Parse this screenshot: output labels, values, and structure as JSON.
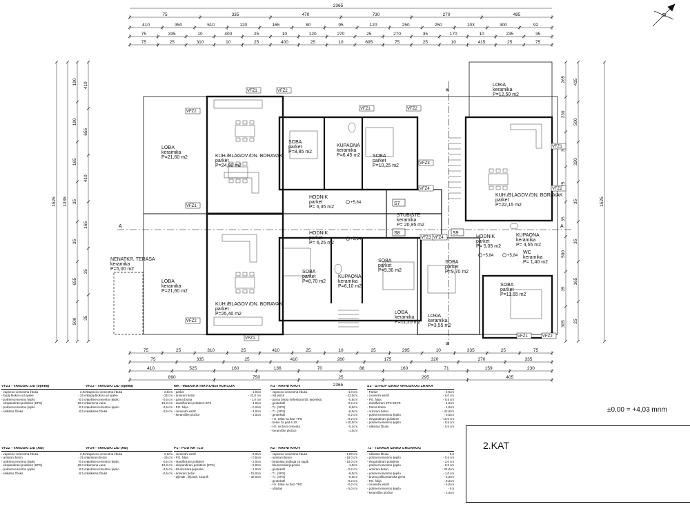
{
  "sheet": {
    "level_label": "±0,00 = +4,03 mnm",
    "floor_label": "2.KAT",
    "compass_icon": "north-arrow-icon"
  },
  "dims_top": {
    "total": "2365",
    "row1": [
      "75",
      "335",
      "470",
      "730",
      "270",
      "485"
    ],
    "row2": [
      "410",
      "350",
      "510",
      "120",
      "165",
      "80",
      "95",
      "120",
      "250",
      "250",
      "103",
      "300",
      "92"
    ],
    "row3": [
      "75",
      "335",
      "10",
      "400",
      "25",
      "10",
      "120",
      "270",
      "25",
      "270",
      "35",
      "170",
      "10",
      "235",
      "35"
    ],
    "row4": [
      "75",
      "25",
      "310",
      "10",
      "25",
      "400",
      "25",
      "10",
      "695",
      "75",
      "25",
      "10",
      "415",
      "25",
      "75"
    ]
  },
  "dims_bottom": {
    "total": "2365",
    "row1": [
      "75",
      "25",
      "310",
      "25",
      "410",
      "25",
      "10",
      "25",
      "295",
      "10",
      "335",
      "25",
      "75"
    ],
    "row2": [
      "75",
      "335",
      "25",
      "410",
      "260",
      "175",
      "320",
      "270",
      "335"
    ],
    "row3": [
      "410",
      "525",
      "160",
      "136",
      "70",
      "88",
      "160",
      "71",
      "159",
      "230"
    ],
    "row4": [
      "890",
      "750",
      "25",
      "295",
      "405"
    ]
  },
  "dims_left": [
    "190",
    "190",
    "165",
    "35",
    "35",
    "655",
    "500",
    "1525",
    "1335",
    "410",
    "655",
    "410",
    "165",
    "35",
    "35"
  ],
  "dims_right": [
    "265",
    "230",
    "35",
    "25",
    "35",
    "500",
    "35",
    "305",
    "1525",
    "415",
    "500",
    "320",
    "35",
    "35",
    "165",
    "25"
  ],
  "section_marks": [
    "A",
    "A",
    "B",
    "B"
  ],
  "stair_labels": [
    "S7",
    "S8",
    "S9"
  ],
  "wall_tags": [
    "VFZ1",
    "VFZ2",
    "VFZ3",
    "VFZ4"
  ],
  "elevation_marks": [
    "+5,84",
    "+5,84",
    "+5,84",
    "+5,84"
  ],
  "rooms": [
    {
      "name": "LOĐA",
      "mat": "keramika",
      "area": "P=21,60 m2"
    },
    {
      "name": "KUH./BLAGOV./DN. BORAVAK",
      "mat": "parket",
      "area": "P=24,80 m2"
    },
    {
      "name": "SOBA",
      "mat": "parket",
      "area": "P=8,85 m2"
    },
    {
      "name": "KUPAONA",
      "mat": "keramika",
      "area": "P=6,45 m2"
    },
    {
      "name": "SOBA",
      "mat": "parket",
      "area": "P=10,25 m2"
    },
    {
      "name": "LOĐA",
      "mat": "keramika",
      "area": "P=12,50 m2"
    },
    {
      "name": "KUH./BLAGOV./DN. BORAVAK",
      "mat": "parket",
      "area": "P=22,15 m2"
    },
    {
      "name": "HODNIK",
      "mat": "parket",
      "area": "P= 6,35 m2"
    },
    {
      "name": "HODNIK",
      "mat": "parket",
      "area": "P= 6,25 m2"
    },
    {
      "name": "STUBIŠTE",
      "mat": "keramika",
      "area": "P= 20,95 m2"
    },
    {
      "name": "HODNIK",
      "mat": "parket",
      "area": "P= 5,05 m2"
    },
    {
      "name": "KUPAONA",
      "mat": "keramika",
      "area": "P= 4,55 m2"
    },
    {
      "name": "WC",
      "mat": "keramika",
      "area": "P= 1,40 m2"
    },
    {
      "name": "NENATKR. TERASA",
      "mat": "keramika",
      "area": "P=5,00 m2"
    },
    {
      "name": "LOĐA",
      "mat": "keramika",
      "area": "P=21,60 m2"
    },
    {
      "name": "KUH./BLAGOV./DN. BORAVAK",
      "mat": "parket",
      "area": "P=25,40 m2"
    },
    {
      "name": "SOBA",
      "mat": "parket",
      "area": "P=8,70 m2"
    },
    {
      "name": "KUPAONA",
      "mat": "keramika",
      "area": "P=6,10 m2"
    },
    {
      "name": "SOBA",
      "mat": "parket",
      "area": "P=9,30 m2"
    },
    {
      "name": "LOĐA",
      "mat": "keramika",
      "area": "P=11,25 m2"
    },
    {
      "name": "LOĐA",
      "mat": "keramika",
      "area": "P=3,55 m2"
    },
    {
      "name": "SOBA",
      "mat": "parket",
      "area": "P=9,70 m2"
    },
    {
      "name": "SOBA",
      "mat": "parket",
      "area": "P=11,65 m2"
    }
  ],
  "legend": [
    {
      "title": "VFZ1 - VANJSKI ZID (opeka)",
      "rows": [
        [
          "- vapneno-cementna žbuka",
          "- 2,0cm"
        ],
        [
          "- šuplji blokovi od opeke",
          "- 25 cm"
        ],
        [
          "- polimercementno ljepilo",
          "-0,5 cm"
        ],
        [
          "- ekspandirani polistiren (EPS)",
          "-10,0 cm"
        ],
        [
          "- polimercementno ljepilo",
          "-0,5 cm"
        ],
        [
          "- silikatna žbuka",
          "-0,5 cm"
        ]
      ]
    },
    {
      "title": "VFZ3 - VANJSKI ZID (opeka)",
      "rows": [
        [
          "- vapneno-cementna žbuka",
          "- 2,0cm"
        ],
        [
          "- šuplji blokovi od opeke",
          "- 25 cm"
        ],
        [
          "- polimercementno ljepilo",
          "-0,5 cm"
        ],
        [
          "- kamena vuna",
          "-10,0 cm"
        ],
        [
          "- polimercementno ljepilo",
          "-0,5 cm"
        ],
        [
          "- silikatna žbuka",
          "-0,5 cm"
        ]
      ]
    },
    {
      "title": "MK - MEĐUKATNA KONSTRUKCIJA",
      "rows": [
        [
          "- parket",
          "- 1,0cm"
        ],
        [
          "- armirani beton",
          "- 22,0 cm"
        ],
        [
          "- parna brana",
          "- 1,0 cm"
        ],
        [
          "- elastificirani polistiren EPS",
          "- 4,0cm"
        ],
        [
          "- P.E. folija",
          "- 0,2cm"
        ],
        [
          "- cementni estrih",
          "- 4,0cm"
        ],
        [
          "- keramičke pločice",
          "- 1,0cm"
        ]
      ]
    },
    {
      "title": "K1 - RAVNI KROV",
      "rows": [
        [
          "- vapneno-cementna žbuka",
          "-1,0 cm"
        ],
        [
          "- AB ploča",
          "-22,0cm"
        ],
        [
          "- parna brana (višeslojna bit. ljepenka)",
          "-0,5cm"
        ],
        [
          "- geotekstil",
          "-0,2 cm"
        ],
        [
          "- T.I. (XPS)",
          "-8,0cm"
        ],
        [
          "- T.I. (XPS)",
          "-8,0cm"
        ],
        [
          "- geotekstil",
          "-0,2 cm"
        ],
        [
          "- H.I. traka na bazi TPO",
          "-0,2 cm"
        ],
        [
          "- beton za pad 4-10",
          "+10,0cm"
        ],
        [
          "- H.I. na bazi cementa",
          "-0,2cm"
        ],
        [
          "- keramičke pločice",
          "-1,0cm"
        ]
      ]
    },
    {
      "title": "S1 - STROP IZNAD VANJSKOG ZRAKA",
      "rows": [
        [
          "- Parket",
          "- 2,0cm"
        ],
        [
          "- cementni estrih",
          "- 6,0 cm"
        ],
        [
          "- P.E. folija",
          "- 0,5 cm"
        ],
        [
          "- elastificirani EPS EEPS",
          "- 4,0cm"
        ],
        [
          "- Parna brana",
          "- 1,0cm"
        ],
        [
          "- Armirani beton",
          "- 22,0cm"
        ],
        [
          "- polimercementno ljepilo",
          "- 0,5cm"
        ],
        [
          "- ekspandirani polistiren",
          "-10,0 cm"
        ],
        [
          "- polimercementno ljepilo",
          "- 0,5 cm"
        ],
        [
          "- silikatna žbuka",
          "- 0,5 cm"
        ]
      ]
    },
    {
      "title": "VFZ2 - VANJSKI ZID (AB)",
      "rows": [
        [
          "- vapneno-cementna žbuka",
          "- 2,0cm"
        ],
        [
          "- armirani beton",
          "- 25 cm"
        ],
        [
          "- polimercementno ljepilo",
          "-0,5 cm"
        ],
        [
          "- ekspandirani polistiren (EPS)",
          "-10,0 cm"
        ],
        [
          "- polimercementno ljepilo",
          "-0,5 cm"
        ],
        [
          "- silikatna žbuka",
          "-0,5 cm"
        ]
      ]
    },
    {
      "title": "VFZ4 - VANJSKI ZID (AB)",
      "rows": [
        [
          "- vapneno-cementna žbuka",
          "- 2,0cm"
        ],
        [
          "- armirani beton",
          "- 25 cm"
        ],
        [
          "- polimercementno ljepilo",
          "-0,5 cm"
        ],
        [
          "- kamena vuna",
          "-10,0 cm"
        ],
        [
          "- polimercementno ljepilo",
          "-0,5 cm"
        ],
        [
          "- silikatna žbuka",
          "-0,5 cm"
        ]
      ]
    },
    {
      "title": "P1 - POD NA TLU",
      "rows": [
        [
          "- cementni estrih",
          "- 5,0cm"
        ],
        [
          "- P.E. folija",
          "- 0,5cm"
        ],
        [
          "- elastificirani polistiren",
          "- 2,0cm"
        ],
        [
          "- ekspandirani polistiren (EPS)",
          "- 5,0cm"
        ],
        [
          "- bitumenska ljepenka",
          "- 1,0cm"
        ],
        [
          "- armirani beton",
          "- 15,0cm"
        ],
        [
          "- pijesak , šljunak, tucanik",
          "- 30,0cm"
        ]
      ]
    },
    {
      "title": "K2 - RAVNI KROV",
      "rows": [
        [
          "- vapneno-cementna žbuka",
          "- 1,00 cm"
        ],
        [
          "- armirani beton",
          "- 18,0 cm"
        ],
        [
          "- betonska podloga za nagib",
          "- 10,0 cm"
        ],
        [
          "- bitumenska ljepenka",
          "- 1,0cm"
        ],
        [
          "- geotekstil",
          "- 0,2 cm"
        ],
        [
          "- T.I. (XPS)",
          "-8,0cm"
        ],
        [
          "- T.I. (XPS)",
          "-8,0cm"
        ],
        [
          "- geotekstil",
          "-0,2 cm"
        ],
        [
          "- H.I. traka na bazi TPO",
          "-0,2 cm"
        ],
        [
          "- oblutak",
          "- 5,0 cm"
        ]
      ]
    },
    {
      "title": "T1 - TERASA IZNAD GRIJANOG",
      "rows": [
        [
          "- silikatna žbuka",
          "- 0,5"
        ],
        [
          "- polimercementno ljepilo",
          "- 0,5 cm"
        ],
        [
          "- ekspandirani polistiren",
          "- 2,0 cm"
        ],
        [
          "- polimercementno ljepilo",
          "- 0,5 cm"
        ],
        [
          "- armirani beton",
          "- 22,0cm"
        ],
        [
          "- polimercementno ljepilo",
          "- 1,0 cm"
        ],
        [
          "- bruna polikuretanska pjena",
          "- 5,0cm"
        ],
        [
          "- P.E. folija",
          "- 0,2cm"
        ],
        [
          "- cementni estrih",
          "- 6,0cm"
        ],
        [
          "- polimercementno ljepilo",
          "- 0,5"
        ],
        [
          "- keramičke pločice",
          "- 1,0cm"
        ]
      ]
    }
  ]
}
